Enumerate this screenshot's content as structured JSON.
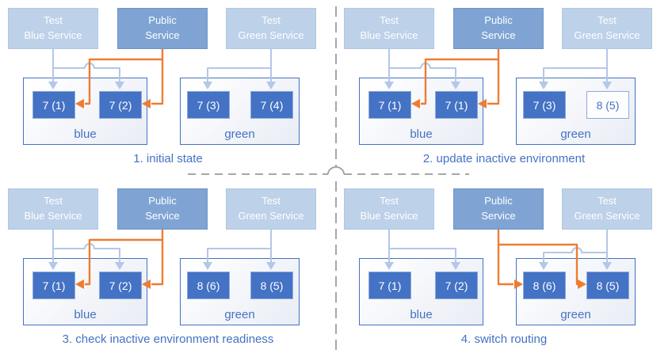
{
  "services": {
    "test_blue": {
      "line1": "Test",
      "line2": "Blue Service"
    },
    "public": {
      "line1": "Public",
      "line2": "Service"
    },
    "test_green": {
      "line1": "Test",
      "line2": "Green Service"
    }
  },
  "environments": {
    "blue_label": "blue",
    "green_label": "green"
  },
  "panels": [
    {
      "caption": "1. initial state",
      "blue_pods": [
        "7 (1)",
        "7 (2)"
      ],
      "green_pods": [
        "7 (3)",
        "7 (4)"
      ],
      "public_routes_to": "blue"
    },
    {
      "caption": "2. update inactive environment",
      "blue_pods": [
        "7 (1)",
        "7 (1)"
      ],
      "green_pods": [
        "7 (3)",
        "8 (5)"
      ],
      "green_pod_states": [
        "ready",
        "starting"
      ],
      "public_routes_to": "blue"
    },
    {
      "caption": "3. check inactive environment readiness",
      "blue_pods": [
        "7 (1)",
        "7 (2)"
      ],
      "green_pods": [
        "8 (6)",
        "8 (5)"
      ],
      "public_routes_to": "blue"
    },
    {
      "caption": "4. switch routing",
      "blue_pods": [
        "7 (1)",
        "7 (2)"
      ],
      "green_pods": [
        "8 (6)",
        "8 (5)"
      ],
      "public_routes_to": "green"
    }
  ],
  "colors": {
    "pod_fill": "#4472c4",
    "pod_border": "#8faadc",
    "service_light": "#bdd1e9",
    "service_public": "#7fa4d4",
    "wire_test": "#b4c7e7",
    "wire_public": "#ed7d31",
    "text_accent": "#4472c4",
    "divider": "#a6a6a6"
  }
}
